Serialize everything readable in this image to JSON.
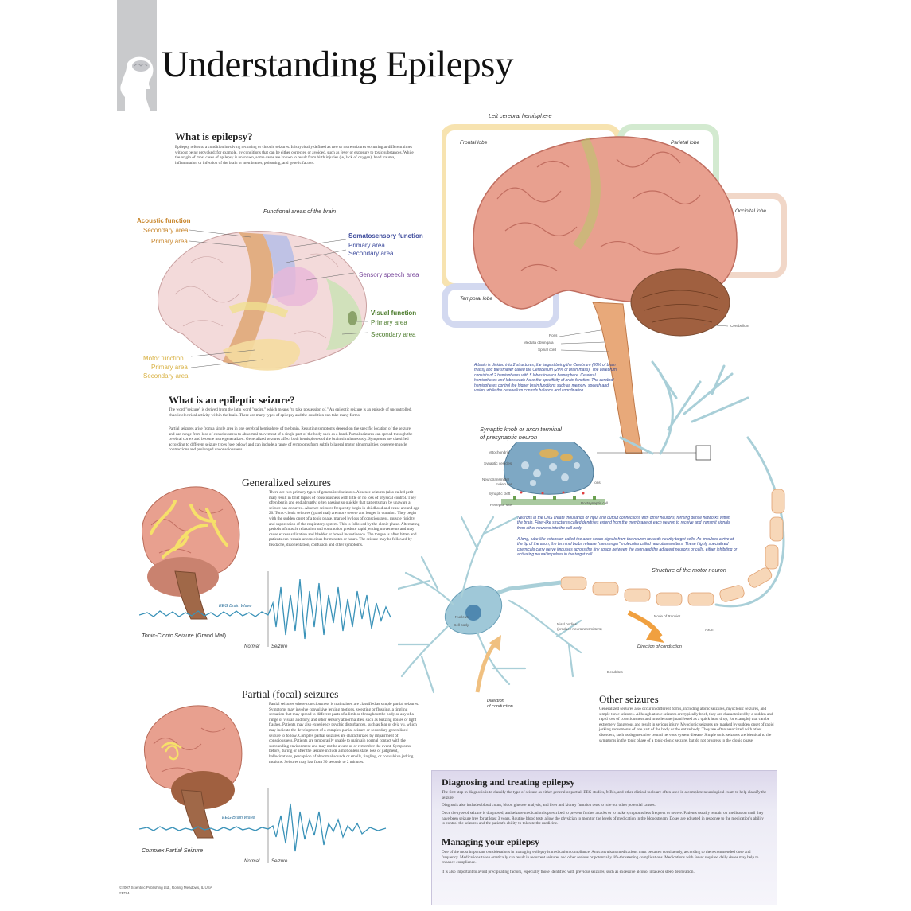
{
  "title": "Understanding Epilepsy",
  "sections": {
    "what_is": {
      "heading": "What is epilepsy?",
      "body": "Epilepsy refers to a condition involving recurring or chronic seizures. It is typically defined as two or more seizures occurring at different times without being provoked; for example, by conditions that can be either corrected or avoided, such as fever or exposure to toxic substances. While the origin of most cases of epilepsy is unknown, some cases are known to result from birth injuries (ie, lack of oxygen), head trauma, inflammation or infection of the brain or membranes, poisoning, and genetic factors."
    },
    "epileptic_seizure": {
      "heading": "What is an epileptic seizure?",
      "p1": "The word \"seizure\" is derived from the latin word \"sacire,\" which means \"to take possession of.\" An epileptic seizure is an episode of uncontrolled, chaotic electrical activity within the brain. There are many types of epilepsy and the condition can take many forms.",
      "p2": "Partial seizures arise from a single area in one cerebral hemisphere of the brain. Resulting symptoms depend on the specific location of the seizure and can range from loss of consciousness to abnormal movement of a single part of the body such as a hand. Partial seizures can spread through the cerebral cortex and become more generalized. Generalized seizures affect both hemispheres of the brain simultaneously. Symptoms are classified according to different seizure types (see below) and can include a range of symptoms from subtle bilateral motor abnormalities to severe muscle contractions and prolonged unconsciousness."
    },
    "generalized": {
      "heading": "Generalized seizures",
      "body": "There are two primary types of generalized seizures. Absence seizures (also called petit mal) result in brief lapses of consciousness with little or no loss of physical control. They often begin and end abruptly, often passing so quickly that patients may be unaware a seizure has occurred. Absence seizures frequently begin in childhood and cease around age 20. Tonic-clonic seizures (grand mal) are more severe and longer in duration. They begin with the sudden onset of a tonic phase, marked by loss of consciousness, muscle rigidity, and suppression of the respiratory system. This is followed by the clonic phase. Alternating periods of muscle relaxation and contraction produce rapid jerking movements and may cause excess salivation and bladder or bowel incontinence. The tongue is often bitten and patients can remain unconscious for minutes or hours. The seizure may be followed by headache, disorientation, confusion and other symptoms.",
      "eeg_label": "EEG Brain Wave",
      "caption": "Tonic-Clonic Seizure",
      "caption_sub": "(Grand Mal)",
      "normal": "Normal",
      "seizure": "Seizure"
    },
    "partial": {
      "heading": "Partial (focal) seizures",
      "body": "Partial seizures where consciousness is maintained are classified as simple partial seizures. Symptoms may involve convulsive jerking motions, sweating or flushing, a tingling sensation that may spread to different parts of a limb or throughout the body or any of a range of visual, auditory, and other sensory abnormalities, such as buzzing noises or light flashes. Patients may also experience psychic disturbances, such as fear or deja vu, which may indicate the development of a complex partial seizure or secondary generalized seizure to follow. Complex partial seizures are characterized by impairment of consciousness. Patients are temporarily unable to maintain normal contact with the surrounding environment and may not be aware or or remember the event. Symptoms before, during or after the seizure include a motionless state, loss of judgment, hallucinations, perception of abnormal sounds or smells, tingling, or convulsive jerking motions. Seizures may last from 30 seconds to 2 minutes.",
      "eeg_label": "EEG Brain Wave",
      "caption": "Complex Partial Seizure",
      "normal": "Normal",
      "seizure": "Seizure"
    },
    "other": {
      "heading": "Other seizures",
      "body": "Generalized seizures also occur in different forms, including atonic seizures, myoclonic seizures, and simple tonic seizures. Although atonic seizures are typically brief, they are characterized by a sudden and rapid loss of consciousness and muscle tone (manifested as a quick head drop, for example) that can be extremely dangerous and result in serious injury. Myoclonic seizures are marked by sudden onset of rapid jerking movements of one part of the body or the entire body. They are often associated with other disorders, such as degenerative central nervous system disease. Simple tonic seizures are identical to the symptoms in the tonic phase of a tonic-clonic seizure, but do not progress to the clonic phase."
    },
    "diagnosing": {
      "heading": "Diagnosing and treating epilepsy",
      "p1": "The first step in diagnosis is to classify the type of seizure as either general or partial. EEG studies, MRIs, and other clinical tools are often used in a complete neurological exam to help classify the seizure.",
      "p2": "Diagnosis also includes blood count, blood glucose analysis, and liver and kidney function tests to rule out other potential causes.",
      "p3": "Once the type of seizure is diagnosed, antiseizure medication is prescribed to prevent further attacks or to make symptoms less frequent or severe. Patients usually remain on medication until they have been seizure free for at least 3 years. Routine blood tests allow the physician to monitor the levels of medication in the bloodstream. Doses are adjusted in response to the medication's ability to control the seizures and the patient's ability to tolerate the medicine."
    },
    "managing": {
      "heading": "Managing your epilepsy",
      "p1": "One of the most important considerations in managing epilepsy is medication compliance. Anticonvulsant medications must be taken consistently, according to the recommended dose and frequency. Medications taken erratically can result in recurrent seizures and other serious or potentially life-threatening complications. Medications with fewer required daily doses may help to enhance compliance.",
      "p2": "It is also important to avoid precipitating factors, especially those identified with previous seizures, such as excessive alcohol intake or sleep deprivation."
    }
  },
  "functional_brain": {
    "title": "Functional areas of the brain",
    "acoustic": {
      "head": "Acoustic function",
      "a": "Secondary area",
      "b": "Primary area"
    },
    "somato": {
      "head": "Somatosensory function",
      "a": "Primary area",
      "b": "Secondary area"
    },
    "speech": "Sensory speech area",
    "visual": {
      "head": "Visual function",
      "a": "Primary area",
      "b": "Secondary area"
    },
    "motor": {
      "head": "Motor function",
      "a": "Primary area",
      "b": "Secondary area"
    }
  },
  "hemisphere": {
    "title": "Left cerebral hemisphere",
    "frontal": "Frontal lobe",
    "parietal": "Parietal lobe",
    "occipital": "Occipital lobe",
    "temporal": "Temporal lobe",
    "pons": "Pons",
    "medulla": "Medulla oblongata",
    "spinal": "Spinal cord",
    "cerebellum": "Cerebellum",
    "desc": "A brain is divided into 2 structures, the largest being the Cerebrum (80% of brain mass) and the smaller called the Cerebellum (20% of brain mass). The cerebrum consists of 2 hemispheres with 5 lobes in each hemisphere. Cerebral hemispheres and lobes each have the specificity of brain function. The cerebral hemispheres control the higher brain functions such as memory, speech and vision, while the cerebellum controls balance and coordination."
  },
  "synapse": {
    "title1": "Synaptic knob or axon terminal",
    "title2": "of presynaptic neuron",
    "mito": "Mitochondria",
    "vesicles": "Synaptic vesicles",
    "nt1": "Neurotransmitter",
    "nt2": "molecules",
    "cleft": "Synaptic cleft",
    "receptor": "Receptor site",
    "ions": "Ions",
    "post": "Postsynaptic cell",
    "desc1": "Neurons in the CNS create thousands of input and output connections with other neurons, forming dense networks within the brain. Fiber-like structures called dendrites extend from the membrane of each neuron to receive and transmit signals from other neurons into the cell body.",
    "desc2": "A long, tube-like extension called the axon sends signals from the neuron towards nearby target cells. As impulses arrive at the tip of the axon, the terminal bulbs release \"messenger\" molecules called neurotransmitters. These highly specialized chemicals carry nerve impulses across the tiny space between the axon and the adjacent neurons or cells, either inhibiting or activating neural impulses in the target cell."
  },
  "neuron": {
    "title": "Structure of the motor neuron",
    "nucleus": "Nucleus",
    "cellbody": "Cell body",
    "nissl1": "Nissl bodies",
    "nissl2": "(produce neurotransmitters)",
    "ranvier": "Node of Ranvier",
    "axon": "Axon",
    "direction": "Direction of conduction",
    "dendrites": "Dendrites",
    "dir2a": "Direction",
    "dir2b": "of conduction"
  },
  "footer": {
    "line1": "©2007 Scientific Publishing Ltd., Rolling Meadows, IL USA",
    "line2": "#1794"
  },
  "colors": {
    "brain": "#e8a08f",
    "accent": "#2a3f8f",
    "panel": "#e6e3f1"
  },
  "icons": {
    "logo": "head-brain-icon"
  }
}
